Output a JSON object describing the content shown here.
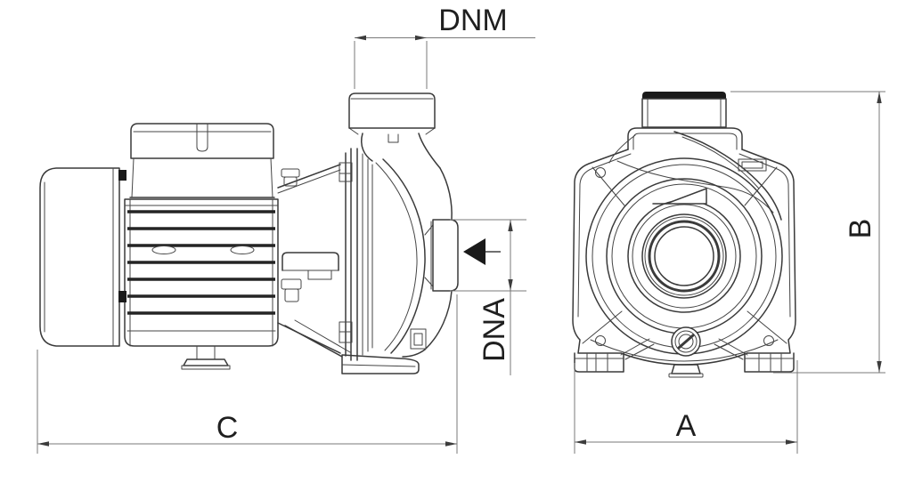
{
  "drawing": {
    "background_color": "#ffffff",
    "outline_color": "#3a3a3a",
    "dimension_color": "#7a7a7a",
    "label_color": "#1f1f1f",
    "solid_fill_color": "#1a1a1a",
    "views": {
      "side_view": "pump-side-elevation",
      "front_view": "pump-front-elevation"
    },
    "dimensions": {
      "dnm": {
        "label": "DNM"
      },
      "dna": {
        "label": "DNA"
      },
      "c": {
        "label": "C"
      },
      "a": {
        "label": "A"
      },
      "b": {
        "label": "B"
      }
    },
    "icons": {
      "flow_direction_arrow": "left-solid-triangle",
      "rotation_direction_arrow": "right-open-triangle"
    }
  }
}
